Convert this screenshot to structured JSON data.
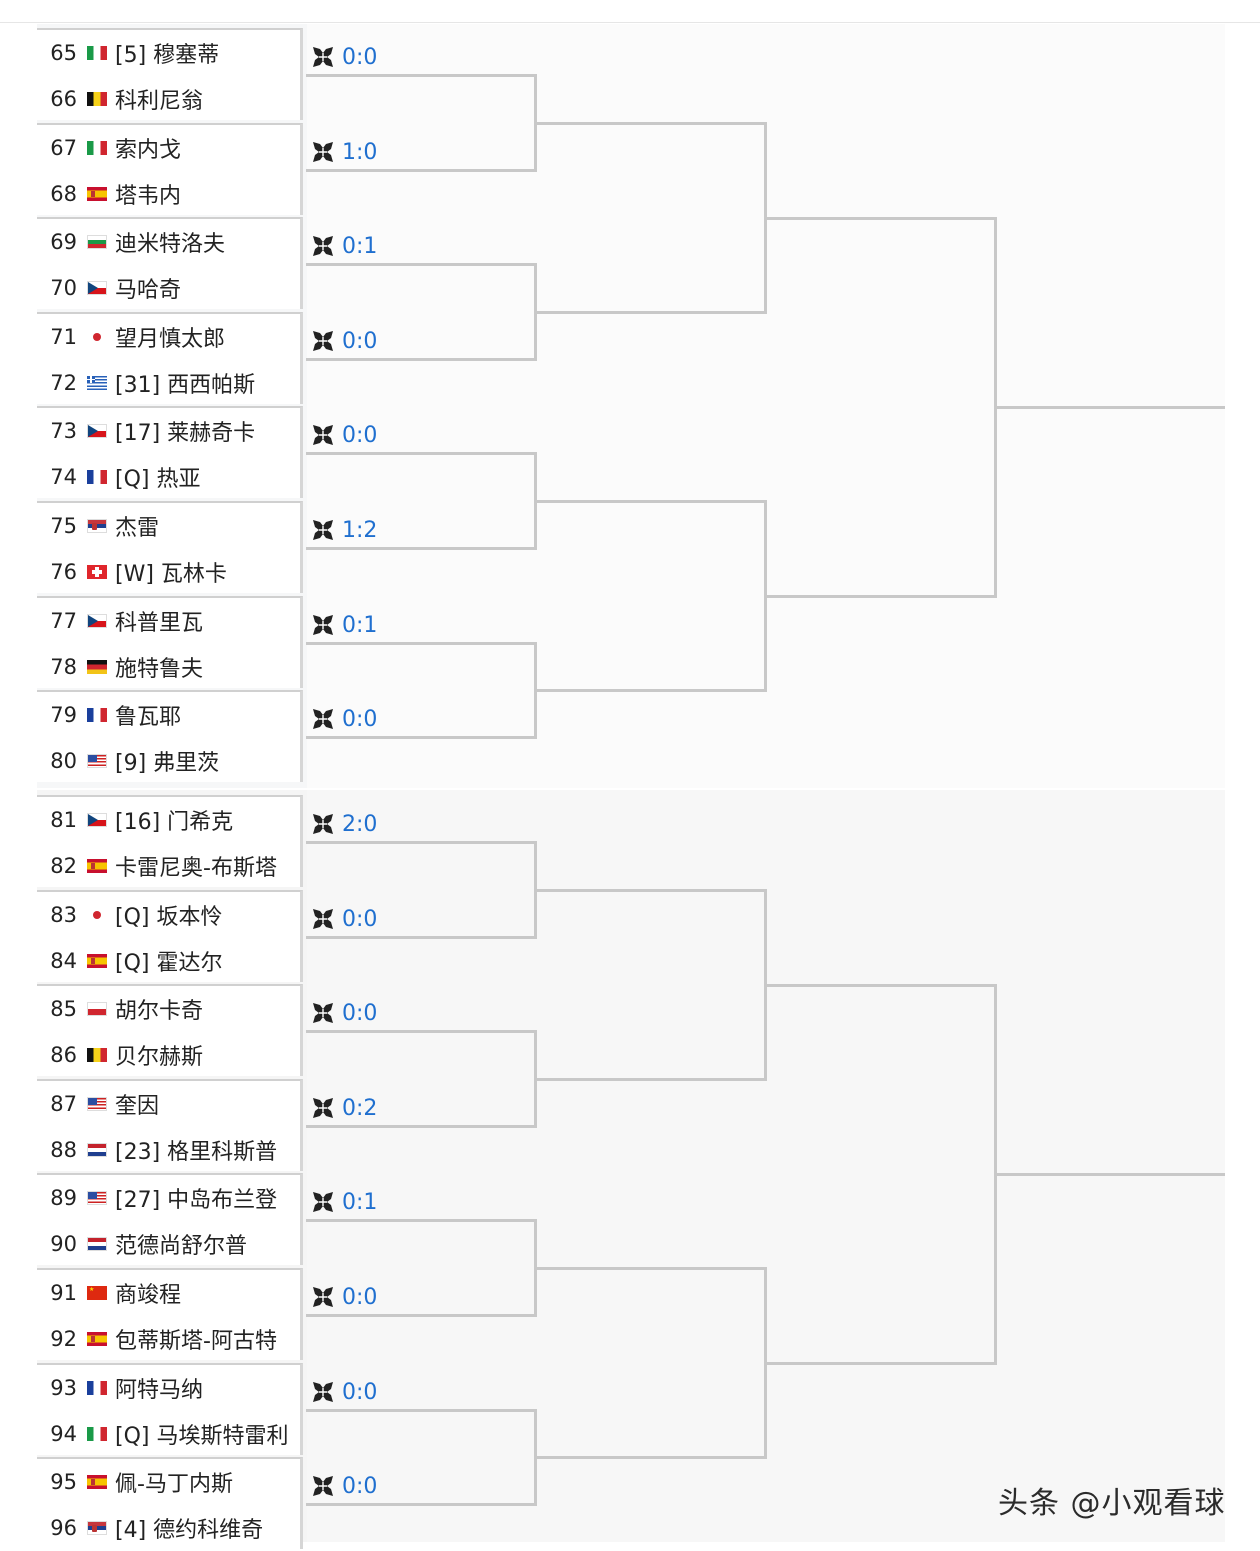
{
  "matches": [
    {
      "p1": {
        "num": "65",
        "flag": "it",
        "name": "[5] 穆塞蒂"
      },
      "p2": {
        "num": "66",
        "flag": "be",
        "name": "科利尼翁"
      },
      "score": "0:0"
    },
    {
      "p1": {
        "num": "67",
        "flag": "it",
        "name": "索内戈"
      },
      "p2": {
        "num": "68",
        "flag": "es",
        "name": "塔韦内"
      },
      "score": "1:0"
    },
    {
      "p1": {
        "num": "69",
        "flag": "bg",
        "name": "迪米特洛夫"
      },
      "p2": {
        "num": "70",
        "flag": "cz",
        "name": "马哈奇"
      },
      "score": "0:1"
    },
    {
      "p1": {
        "num": "71",
        "flag": "jp",
        "name": "望月慎太郎"
      },
      "p2": {
        "num": "72",
        "flag": "gr",
        "name": "[31] 西西帕斯"
      },
      "score": "0:0"
    },
    {
      "p1": {
        "num": "73",
        "flag": "cz",
        "name": "[17] 莱赫奇卡"
      },
      "p2": {
        "num": "74",
        "flag": "fr",
        "name": "[Q] 热亚"
      },
      "score": "0:0"
    },
    {
      "p1": {
        "num": "75",
        "flag": "rs",
        "name": "杰雷"
      },
      "p2": {
        "num": "76",
        "flag": "ch",
        "name": "[W] 瓦林卡"
      },
      "score": "1:2"
    },
    {
      "p1": {
        "num": "77",
        "flag": "cz",
        "name": "科普里瓦"
      },
      "p2": {
        "num": "78",
        "flag": "de",
        "name": "施特鲁夫"
      },
      "score": "0:1"
    },
    {
      "p1": {
        "num": "79",
        "flag": "fr",
        "name": "鲁瓦耶"
      },
      "p2": {
        "num": "80",
        "flag": "us",
        "name": "[9] 弗里茨"
      },
      "score": "0:0"
    },
    {
      "p1": {
        "num": "81",
        "flag": "cz",
        "name": "[16] 门希克"
      },
      "p2": {
        "num": "82",
        "flag": "es",
        "name": "卡雷尼奥-布斯塔"
      },
      "score": "2:0"
    },
    {
      "p1": {
        "num": "83",
        "flag": "jp",
        "name": "[Q] 坂本怜"
      },
      "p2": {
        "num": "84",
        "flag": "es",
        "name": "[Q] 霍达尔"
      },
      "score": "0:0"
    },
    {
      "p1": {
        "num": "85",
        "flag": "pl",
        "name": "胡尔卡奇"
      },
      "p2": {
        "num": "86",
        "flag": "be",
        "name": "贝尔赫斯"
      },
      "score": "0:0"
    },
    {
      "p1": {
        "num": "87",
        "flag": "us",
        "name": "奎因"
      },
      "p2": {
        "num": "88",
        "flag": "nl",
        "name": "[23] 格里科斯普"
      },
      "score": "0:2"
    },
    {
      "p1": {
        "num": "89",
        "flag": "us",
        "name": "[27] 中岛布兰登"
      },
      "p2": {
        "num": "90",
        "flag": "nl",
        "name": "范德尚舒尔普"
      },
      "score": "0:1"
    },
    {
      "p1": {
        "num": "91",
        "flag": "cn",
        "name": "商竣程"
      },
      "p2": {
        "num": "92",
        "flag": "es",
        "name": "包蒂斯塔-阿古特"
      },
      "score": "0:0"
    },
    {
      "p1": {
        "num": "93",
        "flag": "fr",
        "name": "阿特马纳"
      },
      "p2": {
        "num": "94",
        "flag": "it",
        "name": "[Q] 马埃斯特雷利"
      },
      "score": "0:0"
    },
    {
      "p1": {
        "num": "95",
        "flag": "es",
        "name": "佩-马丁内斯"
      },
      "p2": {
        "num": "96",
        "flag": "rs",
        "name": "[4] 德约科维奇"
      },
      "score": "0:0"
    }
  ],
  "score_icon": "crossed-rackets-icon",
  "colors": {
    "score_text": "#1f6fcf",
    "bracket_line": "#c8c8c8"
  },
  "watermark": "头条 @小观看球"
}
